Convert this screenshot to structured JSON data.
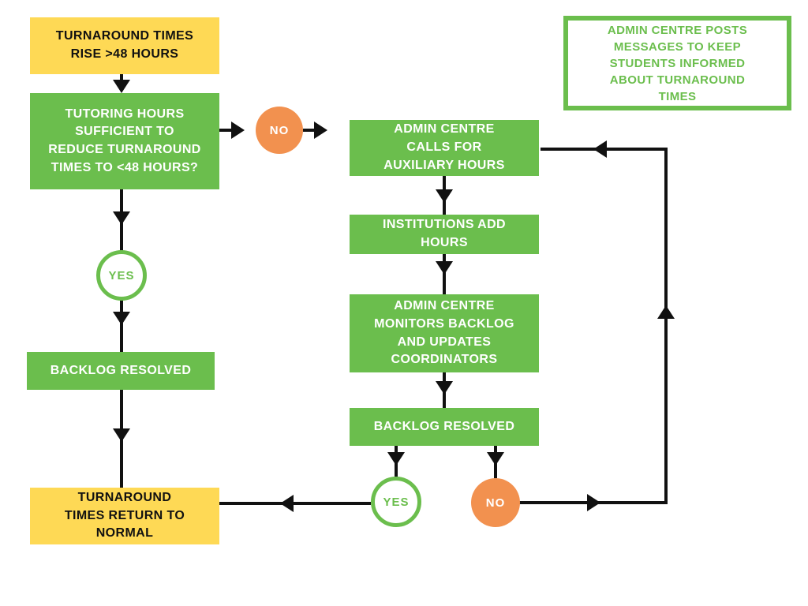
{
  "colors": {
    "box_green": "#6BBE4D",
    "box_yellow": "#FED955",
    "circle_orange": "#F2914F",
    "arrow_black": "#111111",
    "text_white": "#ffffff",
    "text_black": "#111111"
  },
  "nodes": {
    "start": {
      "label": "TURNAROUND TIMES\nRISE >48 HOURS",
      "shape": "rect",
      "color": "yellow"
    },
    "decision": {
      "label": "TUTORING HOURS\nSUFFICIENT TO\nREDUCE TURNAROUND\nTIMES TO <48 HOURS?",
      "shape": "rect",
      "color": "green"
    },
    "no_top": {
      "label": "NO",
      "shape": "circle",
      "color": "orange"
    },
    "admin_calls": {
      "label": "ADMIN CENTRE\nCALLS FOR\nAUXILIARY HOURS",
      "shape": "rect",
      "color": "green"
    },
    "institutions": {
      "label": "INSTITUTIONS ADD\nHOURS",
      "shape": "rect",
      "color": "green"
    },
    "monitors": {
      "label": "ADMIN CENTRE\nMONITORS BACKLOG\nAND UPDATES\nCOORDINATORS",
      "shape": "rect",
      "color": "green"
    },
    "backlog_right": {
      "label": "BACKLOG RESOLVED",
      "shape": "rect",
      "color": "green"
    },
    "yes_bottom": {
      "label": "YES",
      "shape": "circle",
      "color": "green-outline"
    },
    "no_bottom": {
      "label": "NO",
      "shape": "circle",
      "color": "orange"
    },
    "yes_left": {
      "label": "YES",
      "shape": "circle",
      "color": "green-outline"
    },
    "backlog_left": {
      "label": "BACKLOG RESOLVED",
      "shape": "rect",
      "color": "green"
    },
    "end": {
      "label": "TURNAROUND\nTIMES RETURN TO\nNORMAL",
      "shape": "rect",
      "color": "yellow"
    },
    "note": {
      "label": "ADMIN CENTRE POSTS\nMESSAGES TO KEEP\nSTUDENTS INFORMED\nABOUT TURNAROUND\nTIMES",
      "shape": "outlined-rect",
      "color": "green-outline"
    }
  },
  "edges": [
    {
      "from": "start",
      "to": "decision"
    },
    {
      "from": "decision",
      "to": "no_top"
    },
    {
      "from": "no_top",
      "to": "admin_calls"
    },
    {
      "from": "admin_calls",
      "to": "institutions"
    },
    {
      "from": "institutions",
      "to": "monitors"
    },
    {
      "from": "monitors",
      "to": "backlog_right"
    },
    {
      "from": "backlog_right",
      "to": "yes_bottom"
    },
    {
      "from": "backlog_right",
      "to": "no_bottom"
    },
    {
      "from": "yes_bottom",
      "to": "end"
    },
    {
      "from": "no_bottom",
      "to": "admin_calls",
      "note": "feedback loop"
    },
    {
      "from": "decision",
      "to": "yes_left"
    },
    {
      "from": "yes_left",
      "to": "backlog_left"
    },
    {
      "from": "backlog_left",
      "to": "end"
    }
  ]
}
